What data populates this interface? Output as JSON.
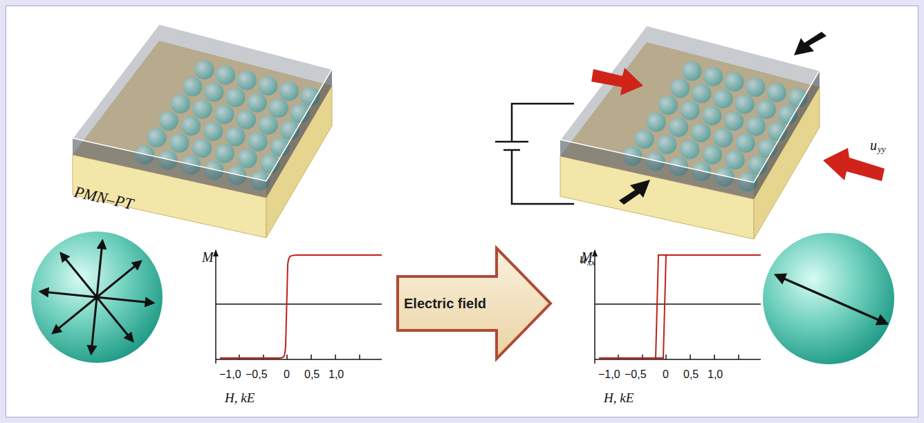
{
  "diagram": {
    "nodes": [
      {
        "text": [
          "Electric field"
        ]
      }
    ],
    "labels": [
      "PMN–PT",
      "M",
      "−1,0",
      "−0,5",
      "0",
      "0,5",
      "1,0",
      "H, kE",
      "u",
      "xx",
      "u",
      "yy",
      "M",
      "−1,0",
      "−0,5",
      "0",
      "0,5",
      "1,0",
      "H, kE"
    ]
  }
}
